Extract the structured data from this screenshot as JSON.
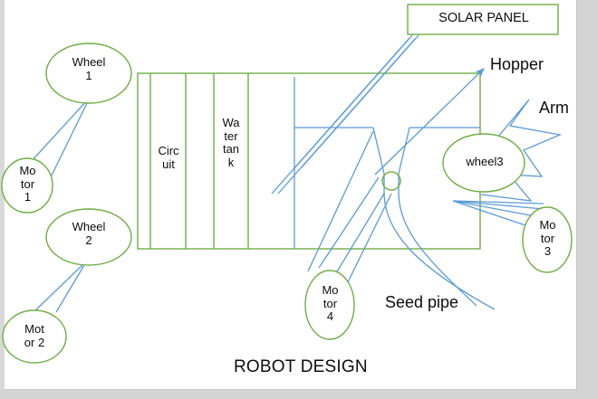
{
  "diagram": {
    "title": "ROBOT DESIGN",
    "colors": {
      "outline_green": "#70AD47",
      "line_blue": "#5B9BD5",
      "text_black": "#0D0D0D",
      "page_white": "#FFFFFF",
      "chrome_gray": "#D4D4D4"
    },
    "solar_panel": {
      "label": "SOLAR PANEL"
    },
    "body_compartments": [
      {
        "label": "Circ\nuit"
      },
      {
        "label": "Wa\nter\ntan\nk"
      }
    ],
    "wheels": [
      {
        "label": "Wheel\n1"
      },
      {
        "label": "Wheel\n2"
      },
      {
        "label": "wheel3"
      }
    ],
    "motors": [
      {
        "label": "Mo\ntor\n1"
      },
      {
        "label": "Mot\nor 2"
      },
      {
        "label": "Mo\ntor\n3"
      },
      {
        "label": "Mo\ntor\n4"
      }
    ],
    "callouts": [
      {
        "label": "Hopper"
      },
      {
        "label": "Arm"
      },
      {
        "label": "Seed pipe"
      }
    ]
  }
}
